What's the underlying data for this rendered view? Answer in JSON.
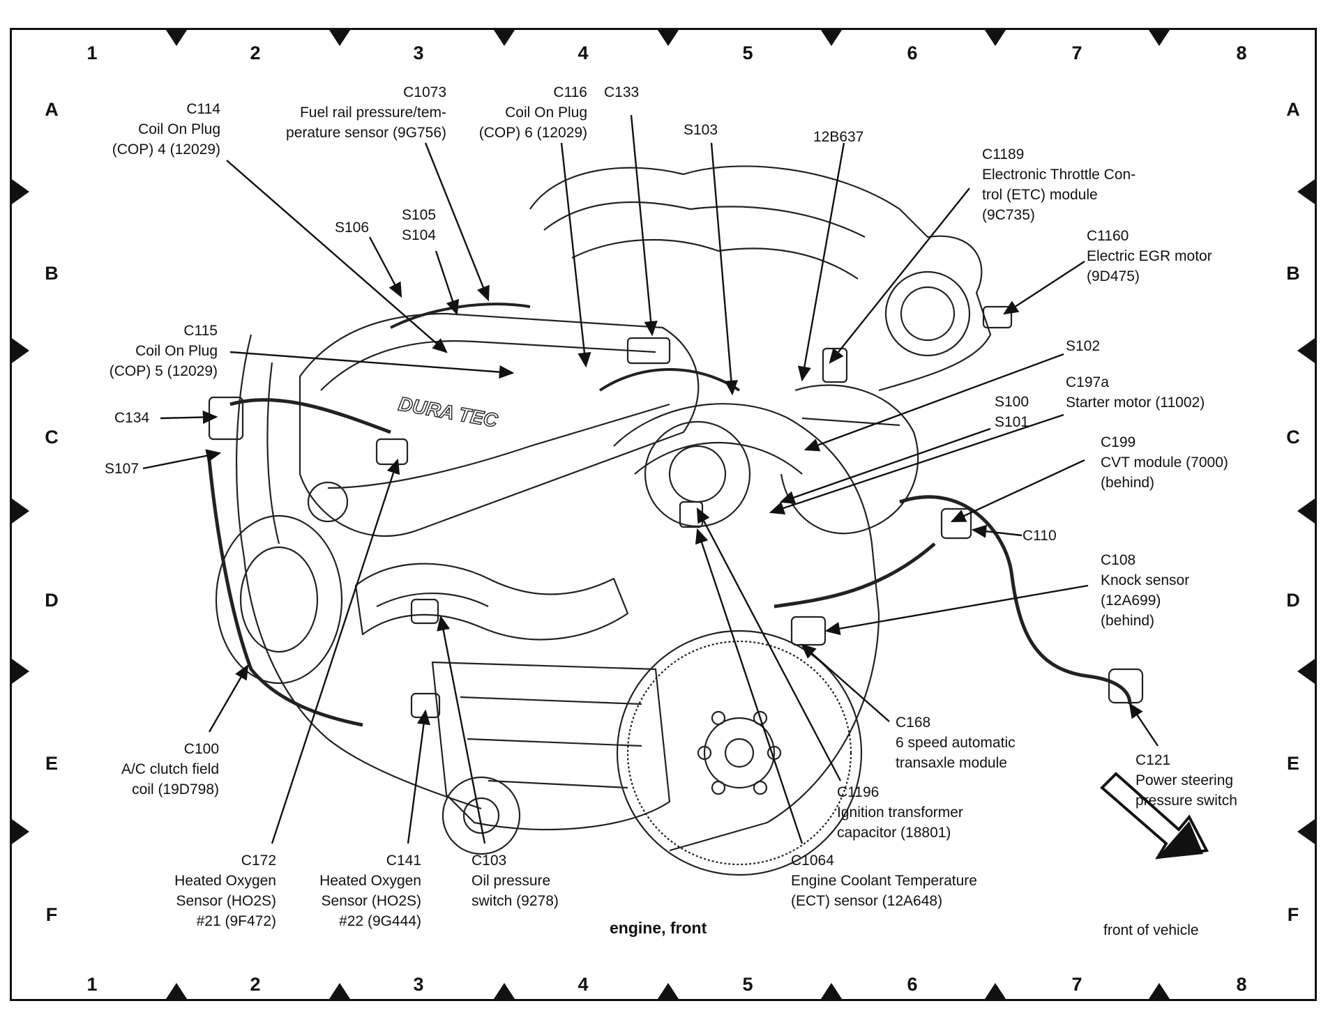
{
  "diagram": {
    "caption": "engine, front",
    "direction_label": "front of vehicle",
    "grid": {
      "columns": [
        "1",
        "2",
        "3",
        "4",
        "5",
        "6",
        "7",
        "8"
      ],
      "rows": [
        "A",
        "B",
        "C",
        "D",
        "E",
        "F"
      ]
    },
    "badge_text": "DURA TEC",
    "callouts": {
      "c114": [
        "C114",
        "Coil On Plug",
        "(COP) 4 (12029)"
      ],
      "c1073": [
        "C1073",
        "Fuel rail pressure/tem-",
        "perature sensor (9G756)"
      ],
      "c116": [
        "C116",
        "Coil On Plug",
        "(COP) 6 (12029)"
      ],
      "c133": [
        "C133"
      ],
      "s103": [
        "S103"
      ],
      "b637": [
        "12B637"
      ],
      "c1189": [
        "C1189",
        "Electronic Throttle Con-",
        "trol (ETC) module",
        "(9C735)"
      ],
      "c1160": [
        "C1160",
        "Electric EGR motor",
        "(9D475)"
      ],
      "s106": [
        "S106"
      ],
      "s105": [
        "S105",
        "S104"
      ],
      "c115": [
        "C115",
        "Coil On Plug",
        "(COP) 5 (12029)"
      ],
      "c134": [
        "C134"
      ],
      "s107": [
        "S107"
      ],
      "s102": [
        "S102"
      ],
      "c197a": [
        "C197a",
        "Starter motor (11002)"
      ],
      "s100": [
        "S100",
        "S101"
      ],
      "c199": [
        "C199",
        "CVT module (7000)",
        "(behind)"
      ],
      "c110": [
        "C110"
      ],
      "c108": [
        "C108",
        "Knock sensor",
        "(12A699)",
        "(behind)"
      ],
      "c168": [
        "C168",
        "6 speed automatic",
        "transaxle module"
      ],
      "c121": [
        "C121",
        "Power steering",
        "pressure switch"
      ],
      "c100": [
        "C100",
        "A/C clutch field",
        "coil (19D798)"
      ],
      "c1196": [
        "C1196",
        "Ignition transformer",
        "capacitor (18801)"
      ],
      "c172": [
        "C172",
        "Heated Oxygen",
        "Sensor (HO2S)",
        "#21 (9F472)"
      ],
      "c141": [
        "C141",
        "Heated Oxygen",
        "Sensor (HO2S)",
        "#22 (9G444)"
      ],
      "c103": [
        "C103",
        "Oil pressure",
        "switch (9278)"
      ],
      "c1064": [
        "C1064",
        "Engine Coolant Temperature",
        "(ECT) sensor (12A648)"
      ]
    }
  }
}
